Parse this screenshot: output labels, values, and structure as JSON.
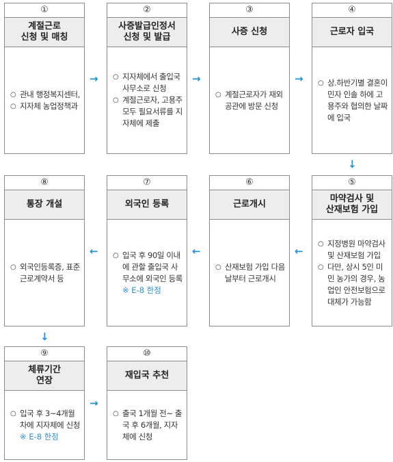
{
  "steps": [
    {
      "num": "①",
      "title": [
        "계절근로",
        "신청 및 매칭"
      ],
      "items": [
        "관내 행정복지센터,",
        "지자체 농업정책과"
      ],
      "note": ""
    },
    {
      "num": "②",
      "title": [
        "사증발급인정서",
        "신청 및 발급"
      ],
      "items": [
        "지자체에서 출입국사무소로 신청",
        "계절근로자, 고용주 모두 필요서류를 지자체에 제출"
      ],
      "note": ""
    },
    {
      "num": "③",
      "title": [
        "사증 신청"
      ],
      "items": [
        "계절근로자가 재외공관에 방문 신청"
      ],
      "note": ""
    },
    {
      "num": "④",
      "title": [
        "근로자 입국"
      ],
      "items": [
        "상.하반기별 결혼이민자 인솔 하에 고용주와 협의한 날짜에 입국"
      ],
      "note": ""
    },
    {
      "num": "⑤",
      "title": [
        "마약검사 및",
        "산재보험 가입"
      ],
      "items": [
        "지정병원 마약검사 및 산재보험 가입",
        "다만, 상시 5인 미민 농가의 경우, 농업인 안전보험으로 대체가 가능함"
      ],
      "note": ""
    },
    {
      "num": "⑥",
      "title": [
        "근로개시"
      ],
      "items": [
        "산재보험 가입 다음날부터 근로개시"
      ],
      "note": ""
    },
    {
      "num": "⑦",
      "title": [
        "외국인 등록"
      ],
      "items": [
        "입국 후 90일 이내에 관할 출입국 사무소에 외국인 등록"
      ],
      "note": "※ E-8 한정"
    },
    {
      "num": "⑧",
      "title": [
        "통장 개설"
      ],
      "items": [
        "외국인등록증, 표준근로계약서 등"
      ],
      "note": ""
    },
    {
      "num": "⑨",
      "title": [
        "체류기간",
        "연장"
      ],
      "items": [
        "입국 후 3~4개월 차에 지자체에 신청"
      ],
      "note": "※ E-8 한정"
    },
    {
      "num": "⑩",
      "title": [
        "재입국 추천"
      ],
      "items": [
        "출국 1개월 전~ 출국 후 6개월, 지자체에 신청"
      ],
      "note": ""
    }
  ],
  "arrows": {
    "right": "→",
    "left": "←",
    "down": "↓"
  }
}
